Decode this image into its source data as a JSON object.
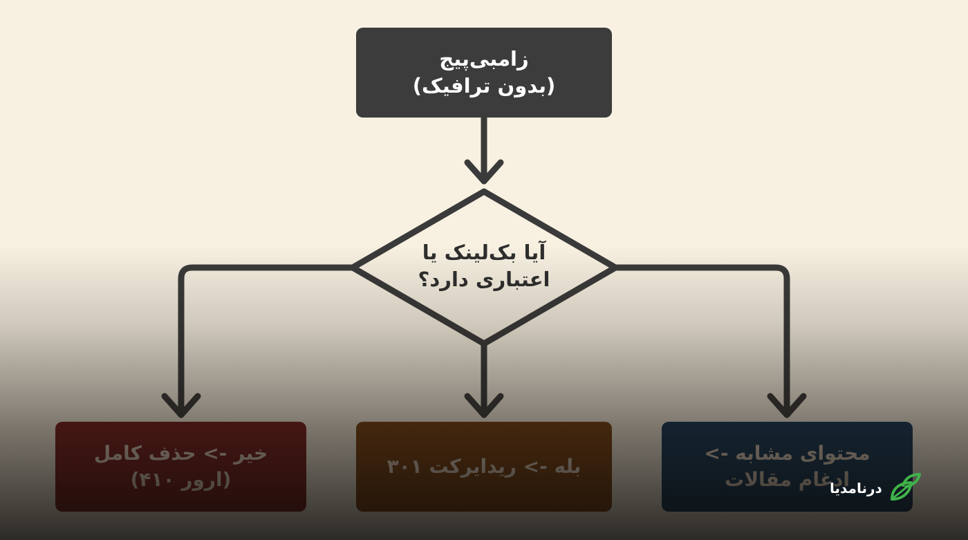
{
  "flowchart": {
    "start": {
      "lines": [
        "زامبی‌پیج",
        "(بدون ترافیک)"
      ]
    },
    "decision": {
      "lines": [
        "آیا بک‌لینک یا",
        "اعتباری دارد؟"
      ]
    },
    "outcomes": {
      "no": {
        "lines": [
          "خیر -> حذف کامل",
          "(ارور ۴۱۰)"
        ]
      },
      "yes": {
        "lines": [
          "بله -> ریدایرکت ۳۰۱"
        ]
      },
      "similar": {
        "lines": [
          "محتوای مشابه ->",
          "ادغام مقالات"
        ]
      }
    }
  },
  "colors": {
    "background": "#f8f1e2",
    "start_node": "#3c3c3c",
    "decision_fill": "#f8f1e2",
    "connector": "#3a3a3a",
    "no_node": "#7a1f1d",
    "yes_node": "#7a4212",
    "similar_node": "#143a5a",
    "logo_green": "#3fb24a"
  },
  "logo": {
    "text": "درنامدیا",
    "icon": "leaf-icon"
  }
}
